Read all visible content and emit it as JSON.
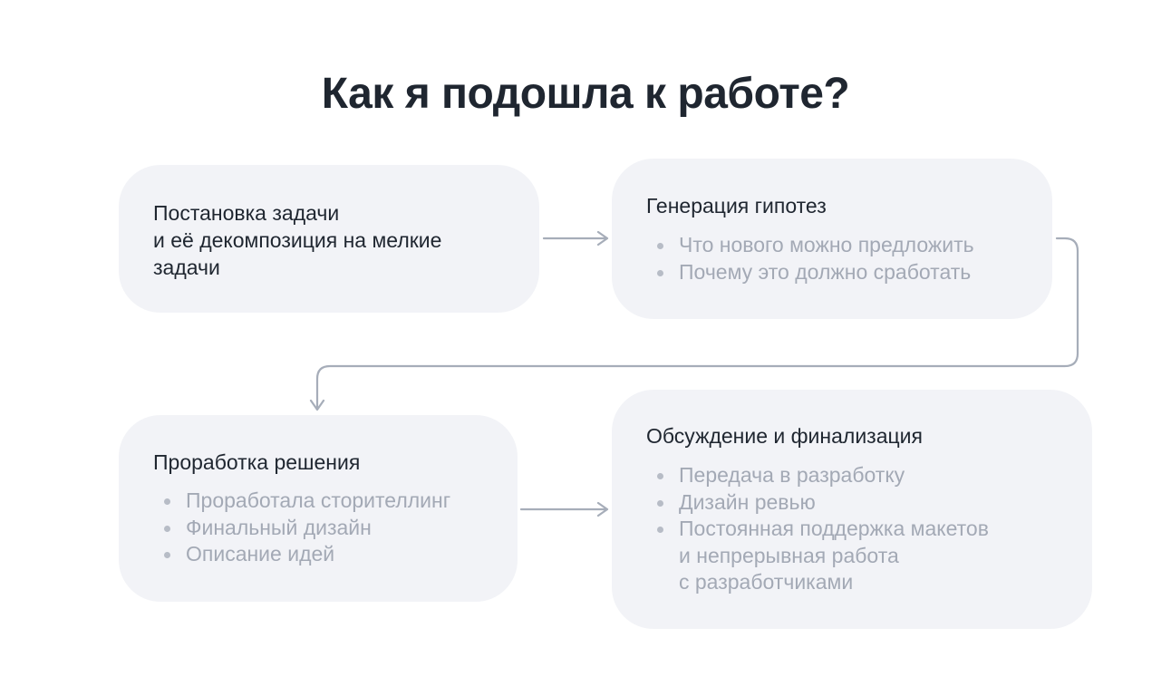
{
  "title": "Как я подошла к работе?",
  "steps": [
    {
      "title": "Постановка задачи\nи её декомпозиция на мелкие\nзадачи",
      "bullets": []
    },
    {
      "title": "Генерация гипотез",
      "bullets": [
        "Что нового можно предложить",
        "Почему это должно сработать"
      ]
    },
    {
      "title": "Проработка решения",
      "bullets": [
        "Проработала сторителлинг",
        "Финальный дизайн",
        "Описание идей"
      ]
    },
    {
      "title": "Обсуждение и финализация",
      "bullets": [
        "Передача в разработку",
        "Дизайн ревью",
        "Постоянная поддержка макетов\nи непрерывная работа\nс разработчиками"
      ]
    }
  ],
  "colors": {
    "card_background": "#f2f3f7",
    "title_text": "#1f2630",
    "bullet_text": "#a3a9b5",
    "connector": "#a6adb9"
  }
}
